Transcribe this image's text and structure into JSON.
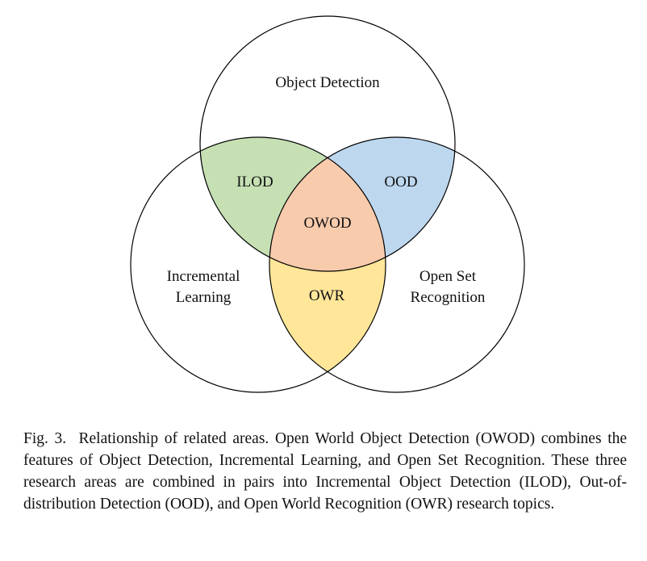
{
  "diagram": {
    "circles": [
      {
        "id": "object-detection",
        "lines": [
          "Object Detection"
        ]
      },
      {
        "id": "incremental-learning",
        "lines": [
          "Incremental",
          "Learning"
        ]
      },
      {
        "id": "open-set-recognition",
        "lines": [
          "Open Set",
          "Recognition"
        ]
      }
    ],
    "intersections": {
      "ilod": {
        "label": "ILOD",
        "color": "#c6e0b4"
      },
      "ood": {
        "label": "OOD",
        "color": "#bdd7ee"
      },
      "owr": {
        "label": "OWR",
        "color": "#ffe699"
      },
      "owod": {
        "label": "OWOD",
        "color": "#f8cbad"
      }
    }
  },
  "caption": {
    "fig_label": "Fig. 3.",
    "text": "Relationship of related areas. Open World Object Detection (OWOD) combines the features of Object Detection, Incremental Learning, and Open Set Recognition. These three research areas are combined in pairs into Incremental Object Detection (ILOD), Out-of-distribution Detection (OOD), and Open World Recognition (OWR) research topics."
  }
}
